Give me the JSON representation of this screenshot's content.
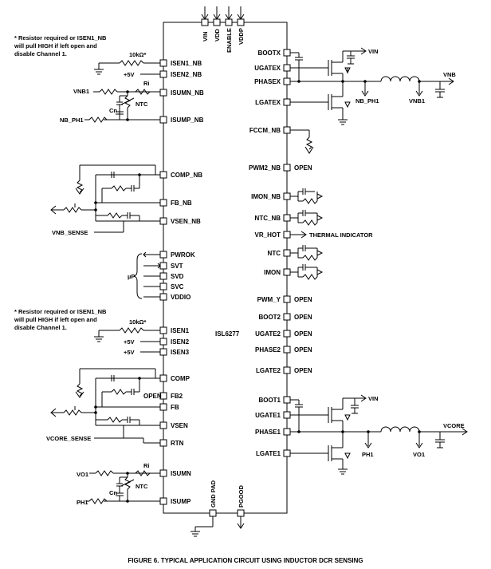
{
  "chip": {
    "name": "ISL6277",
    "top_pins": [
      "VIN",
      "VDD",
      "ENABLE",
      "VDDP"
    ],
    "bottom_pins": [
      "GND PAD",
      "PGOOD"
    ],
    "left_pins_nb": [
      "ISEN1_NB",
      "ISEN2_NB",
      "ISUMN_NB",
      "ISUMP_NB",
      "COMP_NB",
      "FB_NB",
      "VSEN_NB"
    ],
    "left_pins_io": [
      "PWROK",
      "SVT",
      "SVD",
      "SVC",
      "VDDIO"
    ],
    "left_pins_core": [
      "ISEN1",
      "ISEN2",
      "ISEN3",
      "COMP",
      "FB2",
      "FB",
      "VSEN",
      "RTN",
      "ISUMN",
      "ISUMP"
    ],
    "right_pins_nb": [
      "BOOTX",
      "UGATEX",
      "PHASEX",
      "LGATEX",
      "FCCM_NB",
      "PWM2_NB",
      "IMON_NB",
      "NTC_NB",
      "VR_HOT",
      "NTC",
      "IMON"
    ],
    "right_pins_core": [
      "PWM_Y",
      "BOOT2",
      "UGATE2",
      "PHASE2",
      "LGATE2",
      "BOOT1",
      "UGATE1",
      "PHASE1",
      "LGATE1"
    ]
  },
  "labels": {
    "open": "OPEN",
    "thermal_indicator": "THERMAL INDICATOR",
    "mu_p": "µP",
    "resistor_10k": "10kΩ*",
    "plus_5v": "+5V",
    "ri": "Ri",
    "cn": "Cn",
    "ntc": "NTC",
    "vnb1": "VNB1",
    "nb_ph1": "NB_PH1",
    "vnb_sense": "VNB_SENSE",
    "vcore_sense": "VCORE_SENSE",
    "vo1": "VO1",
    "ph1": "PH1",
    "vin": "VIN",
    "vnb": "VNB",
    "vcore": "VCORE"
  },
  "notes": {
    "note1": [
      "* Resistor required or ISEN1_NB",
      "will pull HIGH if left open and",
      "disable Channel 1."
    ],
    "note2": [
      "* Resistor required or ISEN1_NB",
      "will pull HIGH if left open and",
      "disable Channel 1."
    ]
  },
  "caption": "FIGURE 6.  TYPICAL APPLICATION CIRCUIT USING INDUCTOR DCR SENSING"
}
